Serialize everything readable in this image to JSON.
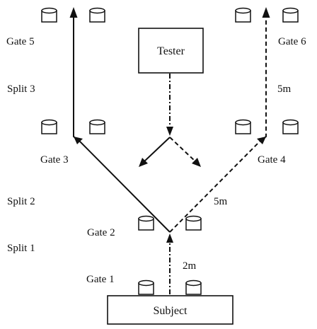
{
  "boxes": {
    "tester": "Tester",
    "subject": "Subject"
  },
  "gates": {
    "gate1": "Gate 1",
    "gate2": "Gate 2",
    "gate3": "Gate 3",
    "gate4": "Gate 4",
    "gate5": "Gate 5",
    "gate6": "Gate 6"
  },
  "splits": {
    "split1": "Split 1",
    "split2": "Split 2",
    "split3": "Split 3"
  },
  "distances": {
    "start_to_split": "2m",
    "split_to_gate4": "5m",
    "gate4_to_gate6": "5m"
  },
  "line_styles": {
    "path_to_gates_3_and_5": "solid",
    "path_to_gates_4_and_6": "dashed",
    "subject_and_tester_cue": "dash-dot"
  }
}
